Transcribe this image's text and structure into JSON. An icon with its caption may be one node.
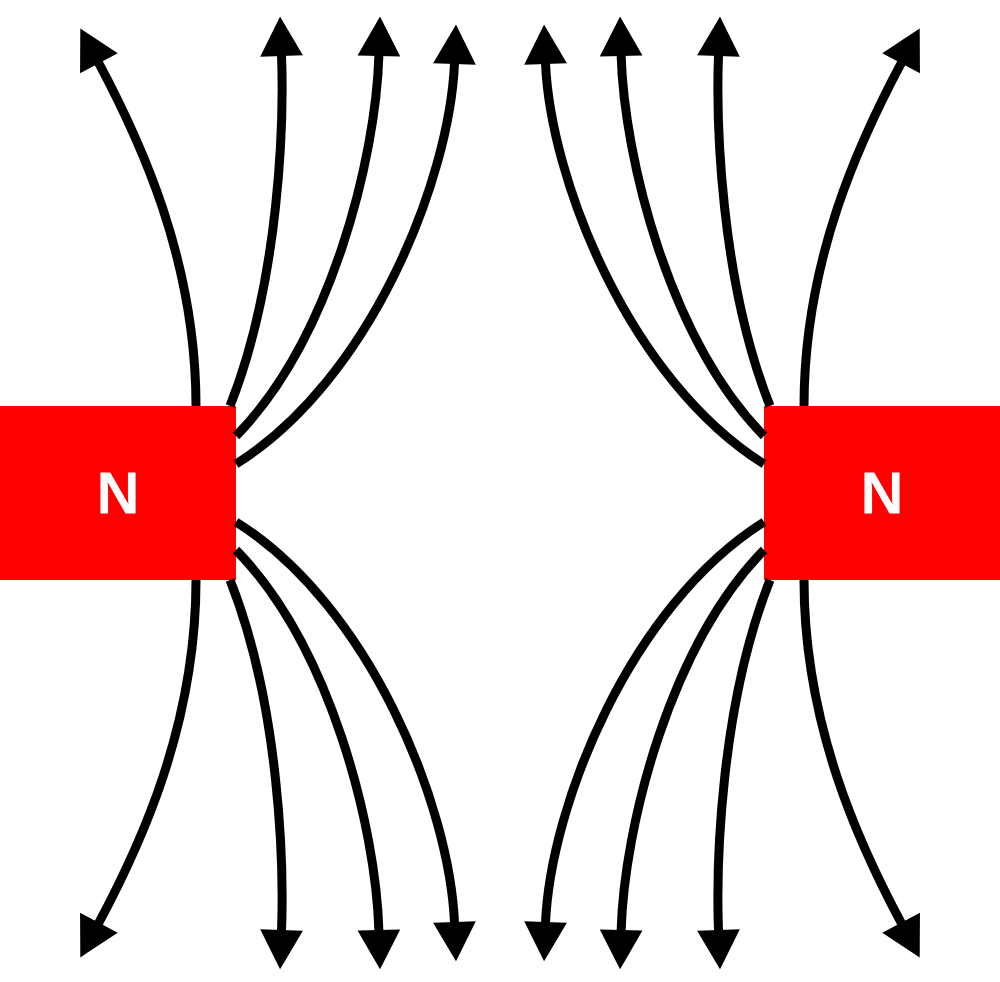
{
  "diagram": {
    "nodes": [
      {
        "text": [
          "N"
        ]
      },
      {
        "text": [
          "N"
        ]
      }
    ],
    "edges": [
      {
        "from": 0,
        "to": null,
        "arrow": "to"
      },
      {
        "from": 0,
        "to": null,
        "arrow": "to"
      },
      {
        "from": 0,
        "to": null,
        "arrow": "to"
      },
      {
        "from": 0,
        "to": null,
        "arrow": "to"
      },
      {
        "from": 0,
        "to": null,
        "arrow": "to"
      },
      {
        "from": 0,
        "to": null,
        "arrow": "to"
      },
      {
        "from": 0,
        "to": null,
        "arrow": "to"
      },
      {
        "from": 0,
        "to": null,
        "arrow": "to"
      },
      {
        "from": 1,
        "to": null,
        "arrow": "to"
      },
      {
        "from": 1,
        "to": null,
        "arrow": "to"
      },
      {
        "from": 1,
        "to": null,
        "arrow": "to"
      },
      {
        "from": 1,
        "to": null,
        "arrow": "to"
      },
      {
        "from": 1,
        "to": null,
        "arrow": "to"
      },
      {
        "from": 1,
        "to": null,
        "arrow": "to"
      },
      {
        "from": 1,
        "to": null,
        "arrow": "to"
      },
      {
        "from": 1,
        "to": null,
        "arrow": "to"
      }
    ]
  }
}
